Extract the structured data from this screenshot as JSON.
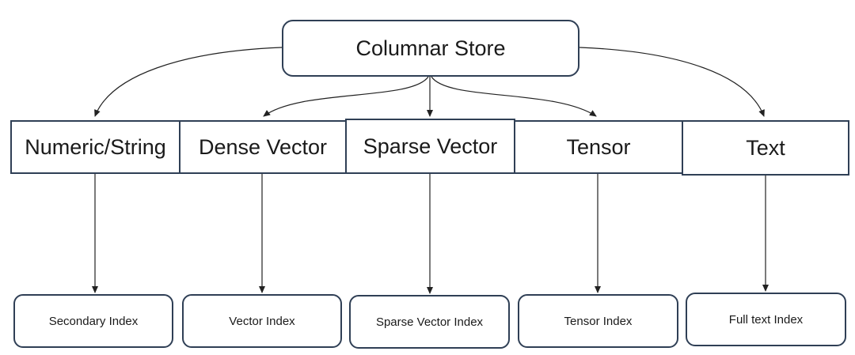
{
  "root": {
    "label": "Columnar Store"
  },
  "types": [
    {
      "label": "Numeric/String"
    },
    {
      "label": "Dense Vector"
    },
    {
      "label": "Sparse Vector"
    },
    {
      "label": "Tensor"
    },
    {
      "label": "Text"
    }
  ],
  "indexes": [
    {
      "label": "Secondary Index"
    },
    {
      "label": "Vector Index"
    },
    {
      "label": "Sparse Vector Index"
    },
    {
      "label": "Tensor Index"
    },
    {
      "label": "Full text Index"
    }
  ]
}
